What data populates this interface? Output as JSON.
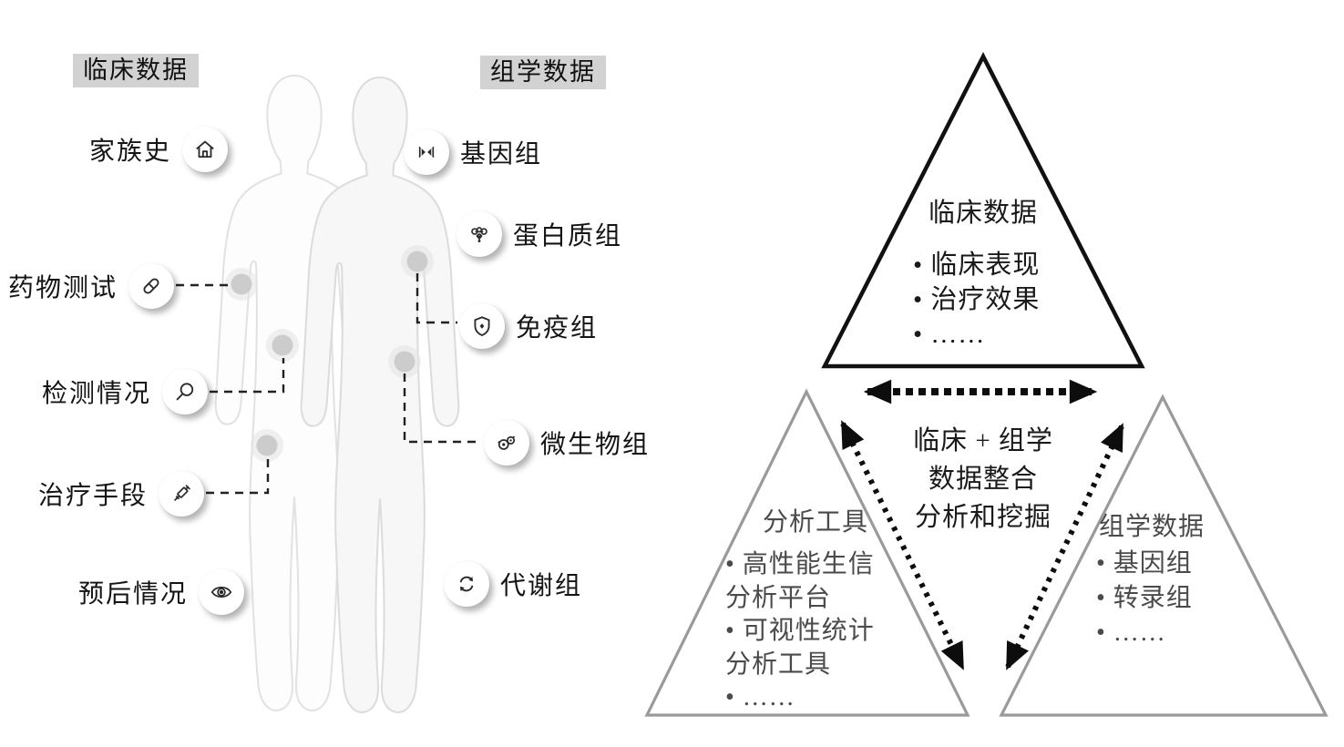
{
  "left_panel": {
    "clinical_header": "临床数据",
    "omics_header": "组学数据",
    "clinical_items": [
      {
        "label": "家族史",
        "icon": "house-icon"
      },
      {
        "label": "药物测试",
        "icon": "pill-icon"
      },
      {
        "label": "检测情况",
        "icon": "magnifier-icon"
      },
      {
        "label": "治疗手段",
        "icon": "syringe-icon"
      },
      {
        "label": "预后情况",
        "icon": "eye-icon"
      }
    ],
    "omics_items": [
      {
        "label": "基因组",
        "icon": "dna-icon"
      },
      {
        "label": "蛋白质组",
        "icon": "protein-icon"
      },
      {
        "label": "免疫组",
        "icon": "shield-icon"
      },
      {
        "label": "微生物组",
        "icon": "microbe-icon"
      },
      {
        "label": "代谢组",
        "icon": "cycle-icon"
      }
    ]
  },
  "right_panel": {
    "top_triangle": {
      "title": "临床数据",
      "bullets": [
        "• 临床表现",
        "• 治疗效果",
        "• ……"
      ]
    },
    "analysis_triangle": {
      "title": "分析工具",
      "lines": [
        "• 高性能生信",
        "分析平台",
        "• 可视性统计",
        "分析工具",
        "• ……"
      ]
    },
    "omics_triangle": {
      "title": "组学数据",
      "lines": [
        "• 基因组",
        "• 转录组",
        "• ……"
      ]
    },
    "center_text": {
      "line1": "临床 + 组学",
      "line2": "数据整合",
      "line3": "分析和挖掘"
    }
  },
  "colors": {
    "header_chip_bg": "#d2d2d2",
    "triangle_stroke_dark": "#111111",
    "triangle_stroke_gray": "#9a9a9a",
    "muted_triangle_text": "#4a4a4a",
    "body_outline": "#e2e2e2",
    "body_dot": "#cccccc",
    "connector_line": "#222222"
  }
}
